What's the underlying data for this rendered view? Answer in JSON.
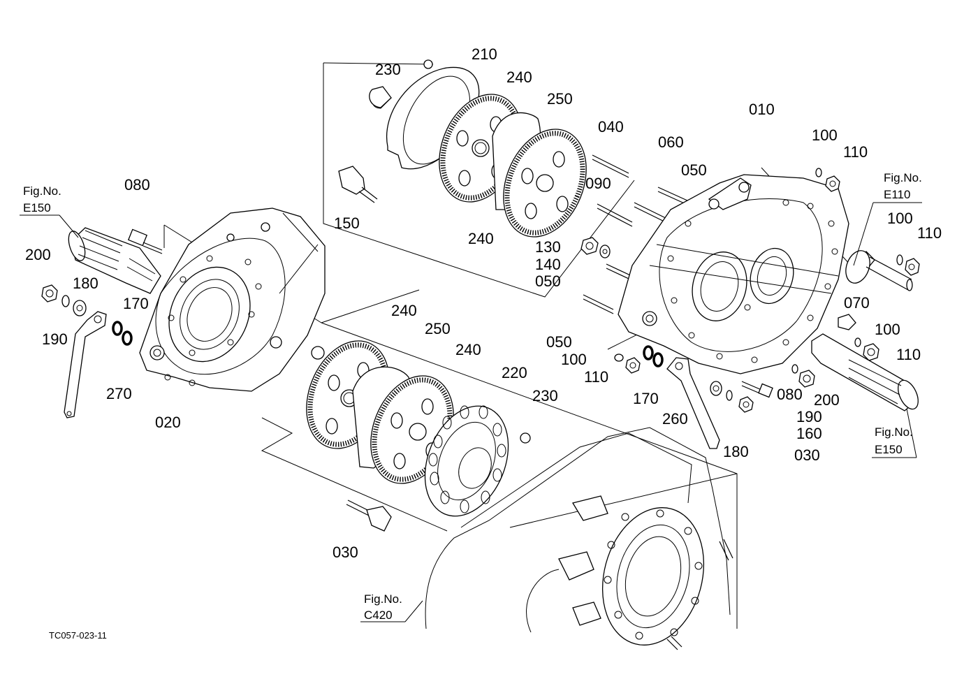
{
  "doc_id": "TC057-023-11",
  "fig_refs": [
    {
      "id": "e150-left",
      "line1": "Fig.No.",
      "line2": "E150"
    },
    {
      "id": "e110",
      "line1": "Fig.No.",
      "line2": "E110"
    },
    {
      "id": "e150-right",
      "line1": "Fig.No.",
      "line2": "E150"
    },
    {
      "id": "c420",
      "line1": "Fig.No.",
      "line2": "C420"
    }
  ],
  "part_labels": [
    "210",
    "230",
    "240",
    "250",
    "040",
    "060",
    "050",
    "090",
    "010",
    "100",
    "110",
    "150",
    "240",
    "130",
    "140",
    "050",
    "100",
    "110",
    "070",
    "080",
    "200",
    "180",
    "170",
    "190",
    "270",
    "020",
    "240",
    "250",
    "240",
    "220",
    "230",
    "050",
    "100",
    "110",
    "170",
    "260",
    "180",
    "100",
    "110",
    "080",
    "200",
    "190",
    "160",
    "030",
    "030"
  ]
}
